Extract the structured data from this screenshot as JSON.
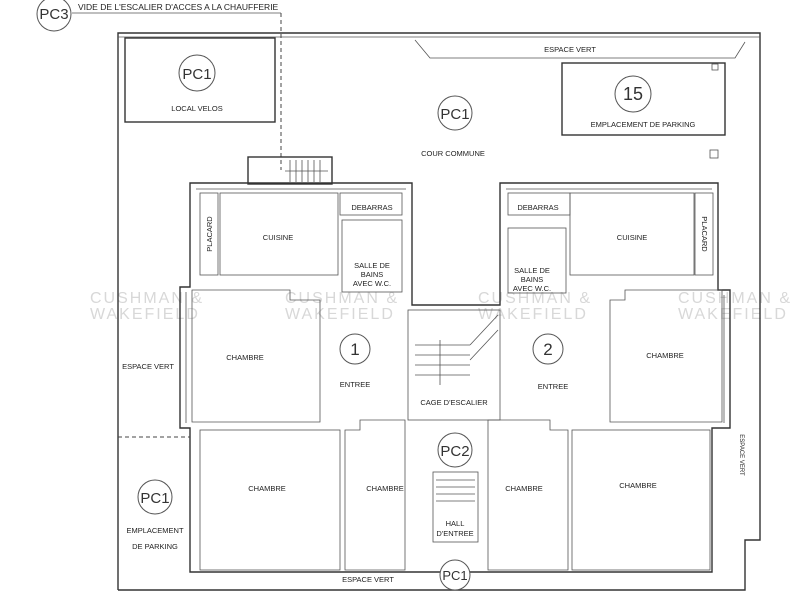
{
  "annotations": {
    "pc3": "PC3",
    "pc3_note": "VIDE DE L'ESCALIER D'ACCES A LA CHAUFFERIE",
    "pc1": "PC1",
    "pc2": "PC2",
    "parking_count": "15"
  },
  "exterior": {
    "local_velos": "LOCAL VELOS",
    "espace_vert": "ESPACE VERT",
    "emplacement_parking_upper": "EMPLACEMENT DE PARKING",
    "cour_commune": "COUR COMMUNE",
    "emplacement_line1": "EMPLACEMENT",
    "emplacement_line2": "DE PARKING"
  },
  "apartment1": {
    "number": "1",
    "placard": "PLACARD",
    "cuisine": "CUISINE",
    "debarras": "DEBARRAS",
    "sdb_line1": "SALLE DE",
    "sdb_line2": "BAINS",
    "sdb_line3": "AVEC W.C.",
    "chambre": "CHAMBRE",
    "entree": "ENTREE"
  },
  "apartment2": {
    "number": "2",
    "placard": "PLACARD",
    "cuisine": "CUISINE",
    "debarras": "DEBARRAS",
    "sdb_line1": "SALLE DE",
    "sdb_line2": "BAINS",
    "sdb_line3": "AVEC W.C.",
    "chambre": "CHAMBRE",
    "entree": "ENTREE"
  },
  "common": {
    "cage_escalier": "CAGE D'ESCALIER",
    "hall_line1": "HALL",
    "hall_line2": "D'ENTREE"
  },
  "watermark": {
    "line1": "CUSHMAN &",
    "line2": "WAKEFIELD"
  }
}
